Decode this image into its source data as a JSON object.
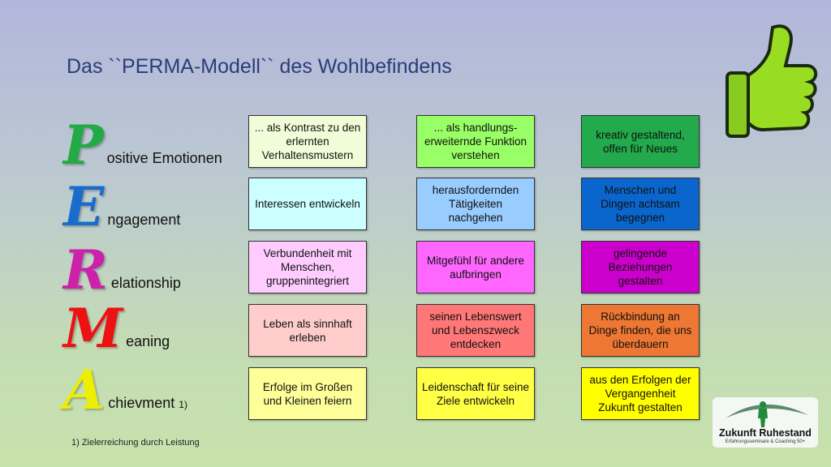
{
  "title": "Das ``PERMA-Modell`` des Wohlbefindens",
  "rows": [
    {
      "letter": "P",
      "rest": "ositive Emotionen",
      "color": "#22aa44",
      "cells": [
        {
          "text": "... als Kontrast zu den erlernten Verhaltensmustern",
          "bg": "#f0fdd8",
          "fg": "#111"
        },
        {
          "text": "... als handlungs-erweiternde Funktion verstehen",
          "bg": "#99ff66",
          "fg": "#111"
        },
        {
          "text": "kreativ gestaltend, offen für Neues",
          "bg": "#22aa4c",
          "fg": "#111"
        }
      ]
    },
    {
      "letter": "E",
      "rest": "ngagement",
      "color": "#1a6ccc",
      "cells": [
        {
          "text": "Interessen entwickeln",
          "bg": "#ccffff",
          "fg": "#111"
        },
        {
          "text": "herausfordernden Tätigkeiten nachgehen",
          "bg": "#99ccff",
          "fg": "#111"
        },
        {
          "text": "Menschen und Dingen achtsam begegnen",
          "bg": "#0a66cc",
          "fg": "#111"
        }
      ]
    },
    {
      "letter": "R",
      "rest": "elationship",
      "color": "#cc22aa",
      "cells": [
        {
          "text": "Verbundenheit mit Menschen, gruppenintegriert",
          "bg": "#ffccff",
          "fg": "#111"
        },
        {
          "text": "Mitgefühl für andere aufbringen",
          "bg": "#ff66ff",
          "fg": "#111"
        },
        {
          "text": "gelingende Beziehungen gestalten",
          "bg": "#cc00cc",
          "fg": "#111"
        }
      ]
    },
    {
      "letter": "M",
      "rest": "eaning",
      "color": "#ee1111",
      "cells": [
        {
          "text": "Leben als sinnhaft erleben",
          "bg": "#ffcccc",
          "fg": "#111"
        },
        {
          "text": "seinen Lebenswert und Lebenszweck entdecken",
          "bg": "#ff7777",
          "fg": "#111"
        },
        {
          "text": "Rückbindung an Dinge finden, die uns überdauern",
          "bg": "#ee7733",
          "fg": "#111"
        }
      ]
    },
    {
      "letter": "A",
      "rest": "chievment",
      "sup": "1)",
      "color": "#eeee00",
      "cells": [
        {
          "text": "Erfolge im Großen und Kleinen feiern",
          "bg": "#ffff99",
          "fg": "#111"
        },
        {
          "text": "Leidenschaft für seine Ziele entwickeln",
          "bg": "#ffff44",
          "fg": "#111"
        },
        {
          "text": "aus den Erfolgen der Vergangenheit Zukunft gestalten",
          "bg": "#ffff00",
          "fg": "#111"
        }
      ]
    }
  ],
  "footnote": "1) Zielerreichung durch Leistung",
  "logo": {
    "name": "Zukunft Ruhestand",
    "tagline": "Erfahrungsseminare & Coaching 50+"
  }
}
